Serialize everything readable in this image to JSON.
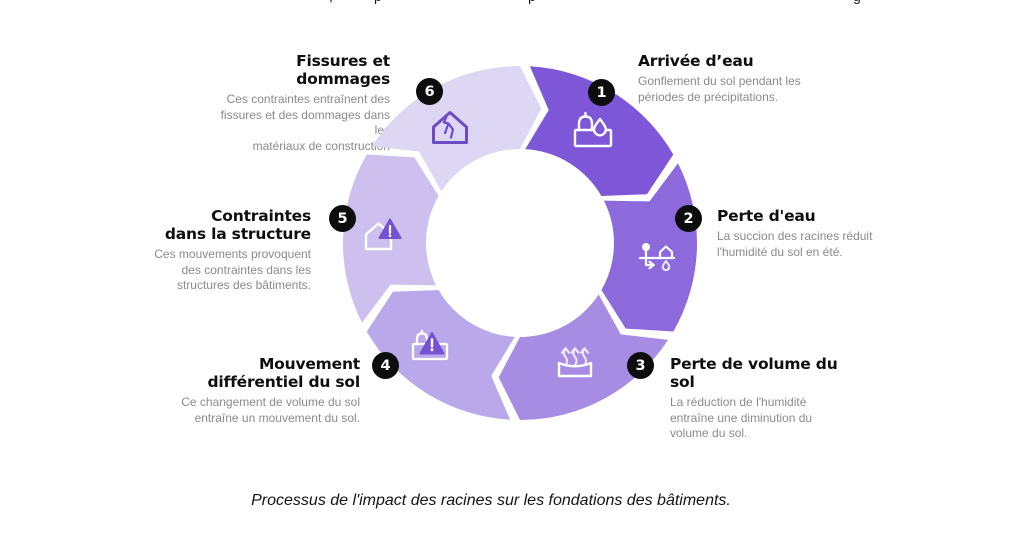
{
  "page": {
    "background": "#ffffff"
  },
  "top_cropped_line": {
    "fragments": [
      ",",
      "p",
      "p",
      "g"
    ]
  },
  "diagram": {
    "type": "cycle",
    "direction": "clockwise",
    "steps": [
      {
        "number": "1",
        "title": "Arrivée d’eau",
        "description": "Gonflement du sol pendant les\npériodes de précipitations.",
        "color": "#7E56D8",
        "icon": "foundation-water-rise-icon"
      },
      {
        "number": "2",
        "title": "Perte d'eau",
        "description": "La succion des racines réduit\nl'humidité du sol en été.",
        "color": "#8C6ADC",
        "icon": "root-suction-house-icon"
      },
      {
        "number": "3",
        "title": "Perte de volume du sol",
        "description": "La réduction de l'humidité\nentraîne une diminution du\nvolume du sol.",
        "color": "#A78CE3",
        "icon": "soil-evaporation-icon"
      },
      {
        "number": "4",
        "title": "Mouvement\ndifférentiel du sol",
        "description": "Ce changement de volume du sol\nentraîne un mouvement du sol.",
        "color": "#BAA9EA",
        "icon": "foundation-warning-icon"
      },
      {
        "number": "5",
        "title": "Contraintes\ndans la structure",
        "description": "Ces mouvements provoquent\ndes contraintes dans les\nstructures des bâtiments.",
        "color": "#CDC0EE",
        "icon": "house-warning-icon"
      },
      {
        "number": "6",
        "title": "Fissures et dommages",
        "description": "Ces contraintes entraînent des\nfissures et des dommages dans les\nmatériaux de construction",
        "color": "#DED7F3",
        "icon": "cracked-house-icon"
      }
    ]
  },
  "caption": "Processus de l'impact des racines sur les fondations des bâtiments.",
  "style": {
    "badge_background": "#0D0D0D",
    "badge_text": "#FFFFFF",
    "title_color": "#0F0F0F",
    "description_color": "#8A8A8A",
    "icon_stroke_light": "#FFFFFF",
    "warning_triangle_color": "#7452D2",
    "crack_house_stroke": "#6B4BC8"
  }
}
